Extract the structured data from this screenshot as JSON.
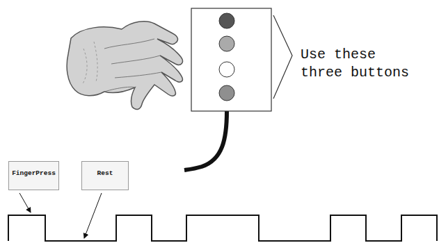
{
  "diagram": {
    "nodes": [
      {
        "text": [
          "FingerPress"
        ]
      },
      {
        "text": [
          "Rest"
        ]
      }
    ],
    "labels": [
      "Use these three buttons"
    ]
  }
}
